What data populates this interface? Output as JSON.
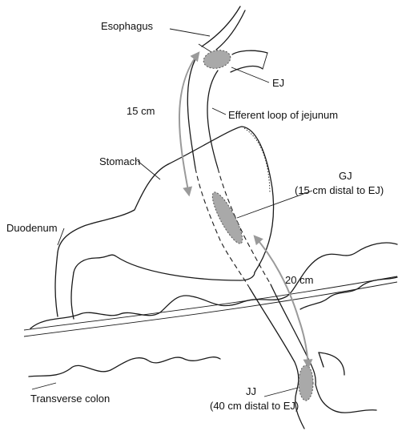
{
  "labels": {
    "esophagus": "Esophagus",
    "ej": "EJ",
    "efferent_loop": "Efferent loop of jejunum",
    "distance_ej_gj": "15 cm",
    "stomach": "Stomach",
    "gj_line1": "GJ",
    "gj_line2": "(15 cm distal to EJ)",
    "duodenum": "Duodenum",
    "distance_gj_jj": "20 cm",
    "jj_line1": "JJ",
    "jj_line2": "(40 cm distal to EJ)",
    "transverse_colon": "Transverse colon"
  },
  "colors": {
    "outline": "#1a1a1a",
    "anastomosis_fill": "#a9a9a9",
    "arrow": "#9a9a9a"
  }
}
